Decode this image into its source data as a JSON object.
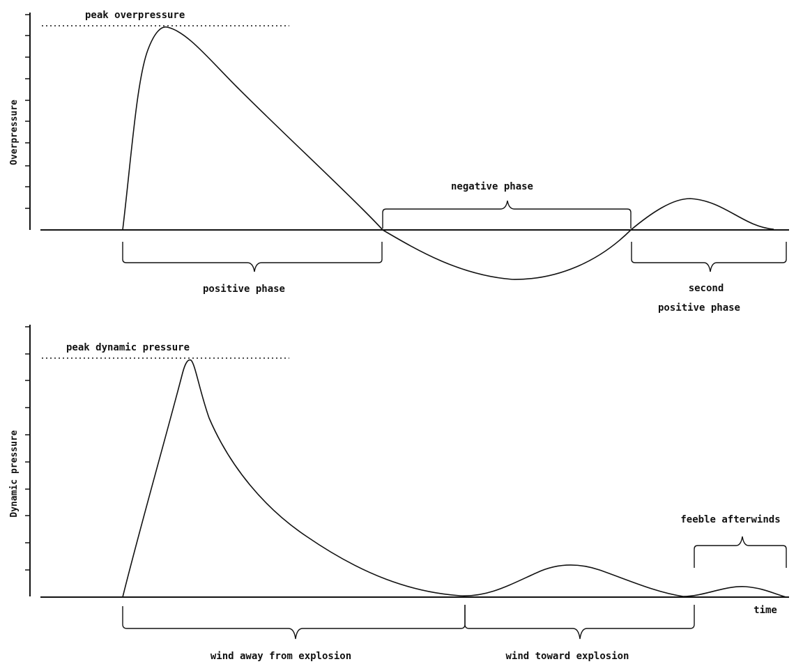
{
  "top_panel": {
    "y_axis_label": "Overpressure",
    "peak_label": "peak overpressure",
    "negative_phase_label": "negative phase",
    "positive_phase_label": "positive phase",
    "second_positive_phase_label_line1": "second",
    "second_positive_phase_label_line2": "positive phase"
  },
  "bottom_panel": {
    "y_axis_label": "Dynamic pressure",
    "peak_label": "peak dynamic pressure",
    "feeble_afterwinds_label": "feeble afterwinds",
    "time_label": "time",
    "wind_away_label": "wind away from explosion",
    "wind_toward_label": "wind toward explosion"
  },
  "colors": {
    "ink": "#111111",
    "background": "#ffffff"
  }
}
